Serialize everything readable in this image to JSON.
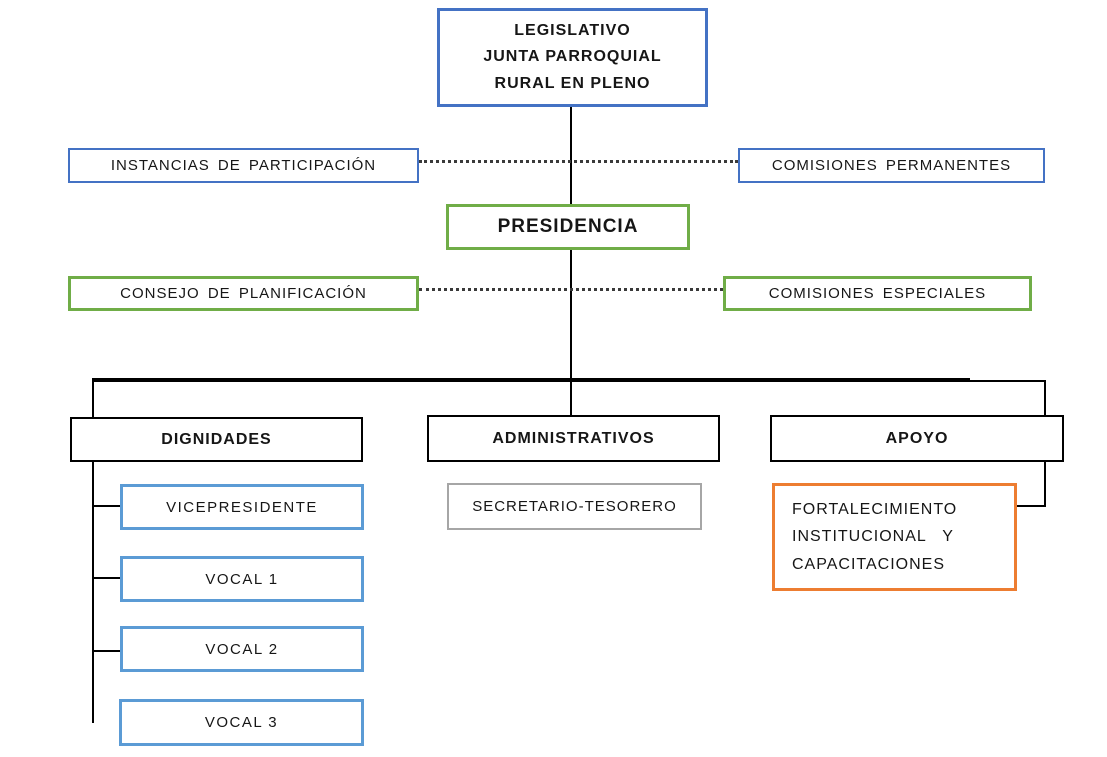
{
  "title": "Organigrama Junta Parroquial Rural",
  "colors": {
    "blue": "#4472C4",
    "light_blue": "#5B9BD5",
    "green": "#70AD47",
    "orange": "#ED7D31",
    "gray": "#A6A6A6",
    "line_black": "#000000",
    "text": "#161616",
    "background": "#FFFFFF"
  },
  "nodes": {
    "legislativo": {
      "label": "LEGISLATIVO\nJUNTA PARROQUIAL\nRURAL EN PLENO",
      "border_color": "#4472C4"
    },
    "instancias_participacion": {
      "label": "INSTANCIAS DE PARTICIPACIÓN",
      "border_color": "#4472C4"
    },
    "comisiones_permanentes": {
      "label": "COMISIONES PERMANENTES",
      "border_color": "#4472C4"
    },
    "presidencia": {
      "label": "PRESIDENCIA",
      "border_color": "#70AD47"
    },
    "consejo_planificacion": {
      "label": "CONSEJO DE PLANIFICACIÓN",
      "border_color": "#70AD47"
    },
    "comisiones_especiales": {
      "label": "COMISIONES ESPECIALES",
      "border_color": "#70AD47"
    },
    "dignidades": {
      "label": "DIGNIDADES",
      "border_color": "#000000"
    },
    "administrativos": {
      "label": "ADMINISTRATIVOS",
      "border_color": "#000000"
    },
    "apoyo": {
      "label": "APOYO",
      "border_color": "#000000"
    },
    "vicepresidente": {
      "label": "VICEPRESIDENTE",
      "border_color": "#5B9BD5"
    },
    "vocal1": {
      "label": "VOCAL 1",
      "border_color": "#5B9BD5"
    },
    "vocal2": {
      "label": "VOCAL 2",
      "border_color": "#5B9BD5"
    },
    "vocal3": {
      "label": "VOCAL 3",
      "border_color": "#5B9BD5"
    },
    "secretario_tesorero": {
      "label": "SECRETARIO-TESORERO",
      "border_color": "#A6A6A6"
    },
    "fortalecimiento": {
      "label": "FORTALECIMIENTO\nINSTITUCIONAL   Y\nCAPACITACIONES",
      "border_color": "#ED7D31"
    }
  },
  "edges": [
    {
      "from": "legislativo",
      "to": "presidencia",
      "style": "solid"
    },
    {
      "from": "instancias_participacion",
      "to": "comisiones_permanentes",
      "style": "dotted"
    },
    {
      "from": "consejo_planificacion",
      "to": "comisiones_especiales",
      "style": "dotted"
    },
    {
      "from": "presidencia",
      "to": "dignidades",
      "style": "solid"
    },
    {
      "from": "presidencia",
      "to": "administrativos",
      "style": "solid"
    },
    {
      "from": "presidencia",
      "to": "apoyo",
      "style": "solid"
    },
    {
      "from": "dignidades",
      "to": "vicepresidente",
      "style": "solid"
    },
    {
      "from": "dignidades",
      "to": "vocal1",
      "style": "solid"
    },
    {
      "from": "dignidades",
      "to": "vocal2",
      "style": "solid"
    },
    {
      "from": "dignidades",
      "to": "vocal3",
      "style": "solid"
    },
    {
      "from": "apoyo",
      "to": "fortalecimiento",
      "style": "solid"
    }
  ]
}
